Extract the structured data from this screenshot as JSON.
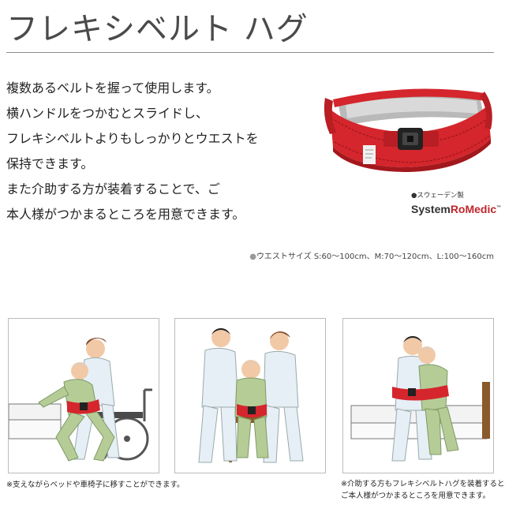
{
  "header": {
    "title": "フレキシベルト ハグ"
  },
  "description": {
    "lines": [
      "複数あるベルトを握って使用します。",
      "横ハンドルをつかむとスライドし、",
      "フレキシベルトよりもしっかりとウエストを",
      "保持できます。",
      "また介助する方が装着することで、ご",
      "本人様がつかまるところを用意できます。"
    ]
  },
  "product": {
    "origin": "●スウェーデン製",
    "brand_prefix": "System",
    "brand_highlight": "RoMedic",
    "brand_mark": "™",
    "sizes_bullet": "●",
    "sizes": "ウエストサイズ S:60～100cm、M:70～120cm、L:100～160cm"
  },
  "illustrations": {
    "captions": {
      "left": "※支えながらベッドや車椅子に移すことができます。",
      "right_line1": "※介助する方もフレキシベルトハグを装着すると、",
      "right_line2": "ご本人様がつかまるところを用意できます。"
    }
  },
  "colors": {
    "belt_red": "#d4262c",
    "belt_dark_red": "#a3181d",
    "scrubs": "#e6eef6",
    "patient_green": "#b5cc97",
    "brand_red": "#c0262b"
  }
}
